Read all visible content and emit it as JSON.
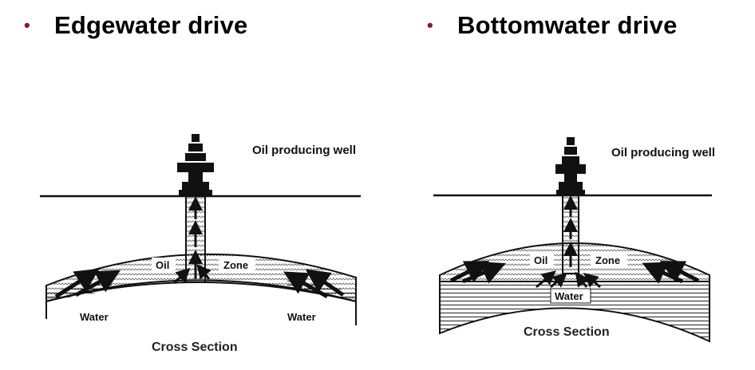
{
  "left": {
    "bullet": "•",
    "title": "Edgewater drive",
    "well_label": "Oil producing well",
    "oil_label": "Oil",
    "zone_label": "Zone",
    "water_left_label": "Water",
    "water_right_label": "Water",
    "caption": "Cross Section"
  },
  "right": {
    "bullet": "•",
    "title": "Bottomwater drive",
    "well_label": "Oil producing well",
    "oil_label": "Oil",
    "zone_label": "Zone",
    "water_label": "Water",
    "caption": "Cross Section"
  },
  "colors": {
    "bullet": "#8b1a2b",
    "ink": "#111111"
  }
}
